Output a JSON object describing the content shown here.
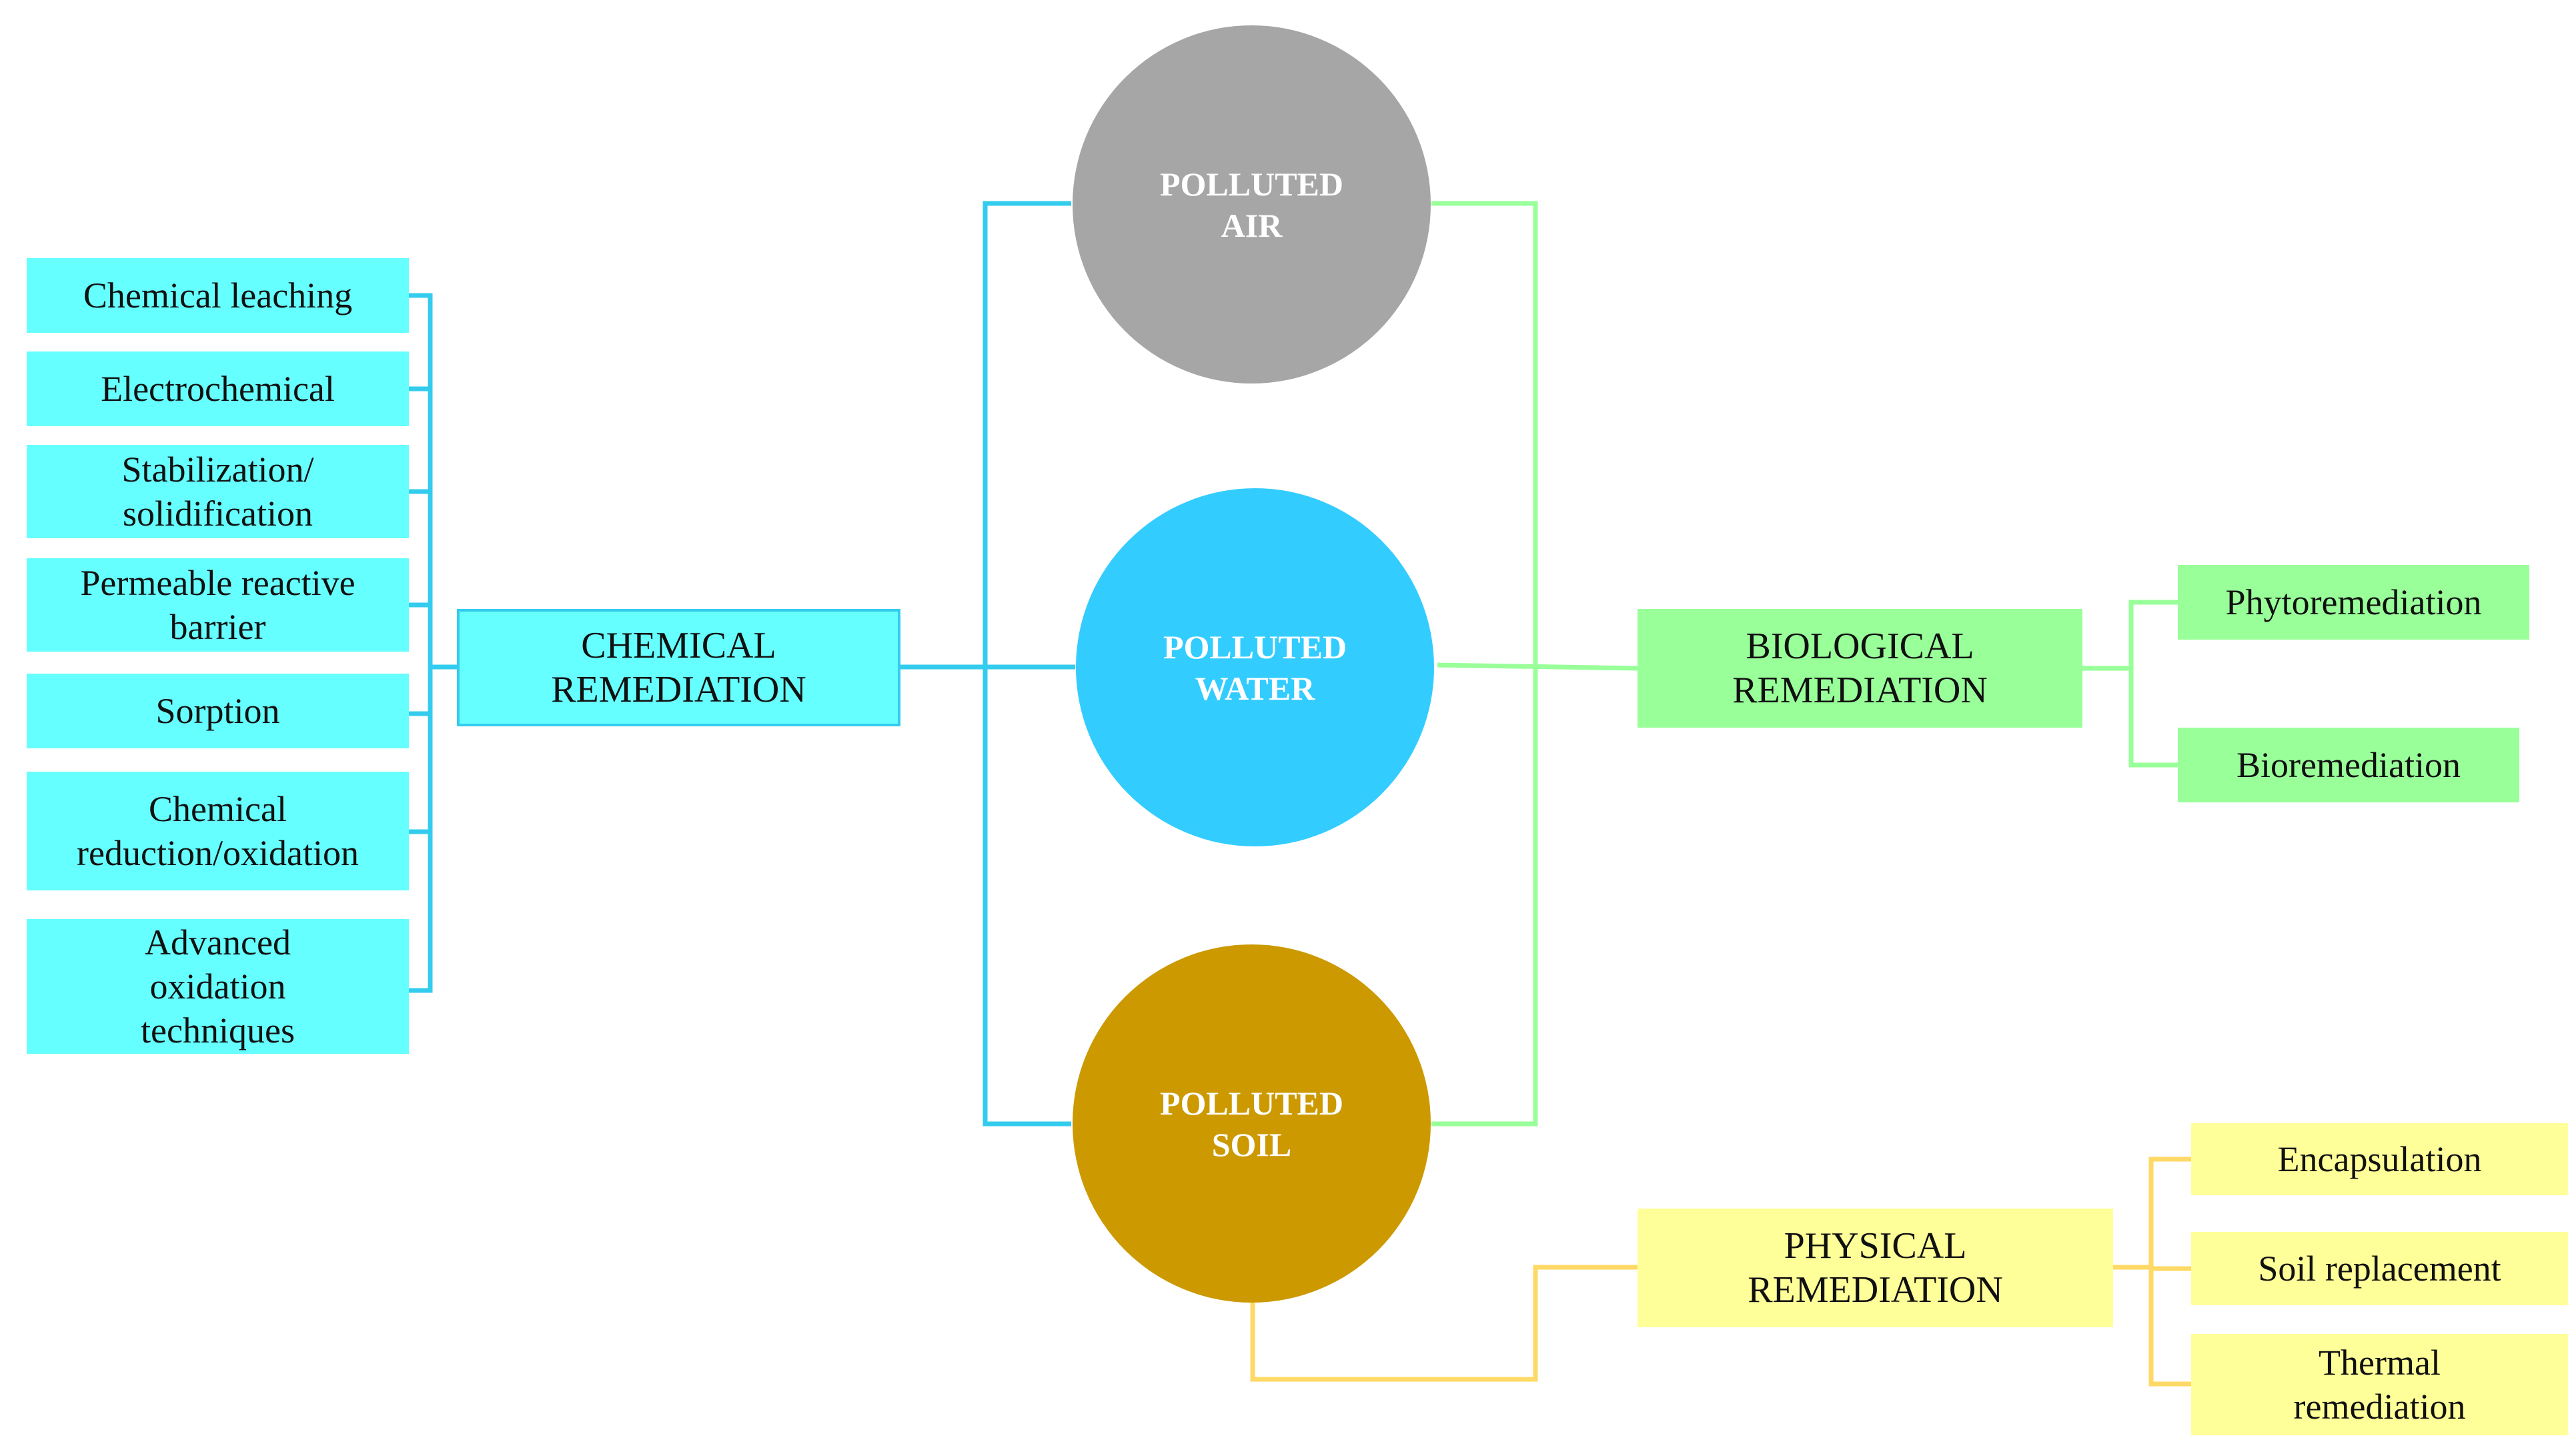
{
  "colors": {
    "chemical_line": "#33ccee",
    "chemical_fill": "#66ffff",
    "biological_line": "#99ff99",
    "biological_fill": "#99ff99",
    "physical_line": "#ffd966",
    "physical_fill": "#ffff99",
    "air": "#a6a6a6",
    "water": "#33ccff",
    "soil": "#cc9900"
  },
  "media": {
    "air": "POLLUTED\nAIR",
    "water": "POLLUTED\nWATER",
    "soil": "POLLUTED\nSOIL"
  },
  "chemical": {
    "title": "CHEMICAL\nREMEDIATION",
    "methods": [
      "Chemical  leaching",
      "Electrochemical",
      "Stabilization/\nsolidification",
      "Permeable  reactive\nbarrier",
      "Sorption",
      "Chemical\nreduction/oxidation",
      "Advanced\noxidation\ntechniques"
    ]
  },
  "biological": {
    "title": "BIOLOGICAL\nREMEDIATION",
    "methods": [
      "Phytoremediation",
      "Bioremediation"
    ]
  },
  "physical": {
    "title": "PHYSICAL\nREMEDIATION",
    "methods": [
      "Encapsulation",
      "Soil replacement",
      "Thermal\nremediation"
    ]
  }
}
